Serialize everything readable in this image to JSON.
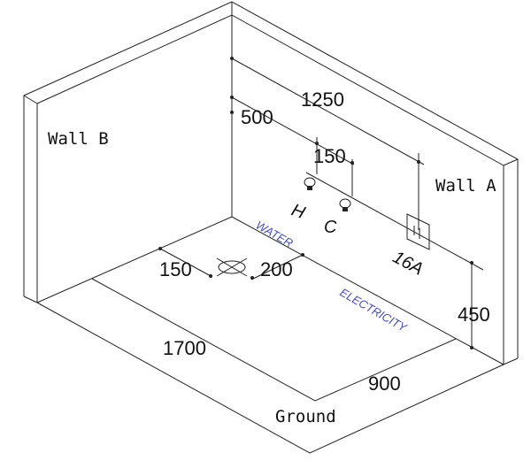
{
  "diagram": {
    "walls": {
      "wall_b": "Wall B",
      "wall_a": "Wall A",
      "ground": "Ground"
    },
    "dimensions": {
      "faucet_height": "1250",
      "switch_height_gap": "500",
      "faucet_spacing": "150",
      "drain_left": "150",
      "drain_right": "200",
      "length": "1700",
      "width": "900",
      "outlet_height": "450"
    },
    "labels": {
      "hot": "H",
      "cold": "C",
      "water": "WATER",
      "electricity": "ELECTRICITY",
      "outlet_rating": "16A"
    },
    "colors": {
      "line": "#222222",
      "annotation": "#4a4fc0"
    }
  }
}
